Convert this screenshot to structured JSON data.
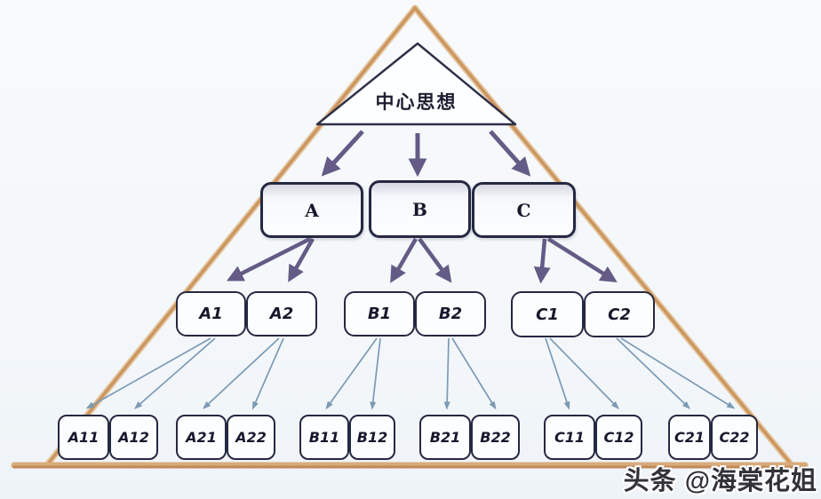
{
  "diagram": {
    "level1": {
      "label": "中心思想"
    },
    "level2": [
      {
        "label": "A"
      },
      {
        "label": "B"
      },
      {
        "label": "C"
      }
    ],
    "level3": [
      {
        "label": "A1"
      },
      {
        "label": "A2"
      },
      {
        "label": "B1"
      },
      {
        "label": "B2"
      },
      {
        "label": "C1"
      },
      {
        "label": "C2"
      }
    ],
    "level4": [
      {
        "label": "A11"
      },
      {
        "label": "A12"
      },
      {
        "label": "A21"
      },
      {
        "label": "A22"
      },
      {
        "label": "B11"
      },
      {
        "label": "B12"
      },
      {
        "label": "B21"
      },
      {
        "label": "B22"
      },
      {
        "label": "C11"
      },
      {
        "label": "C12"
      },
      {
        "label": "C21"
      },
      {
        "label": "C22"
      }
    ],
    "colors": {
      "background": "#f5f8fb",
      "pyramid_outline": "#cf9e6a",
      "inner_triangle": "#2e3148",
      "node_border": "#252842",
      "arrow_primary": "#645b86",
      "arrow_secondary": "#7d9ab5"
    }
  },
  "watermark": {
    "text": "头条 @海棠花姐"
  }
}
